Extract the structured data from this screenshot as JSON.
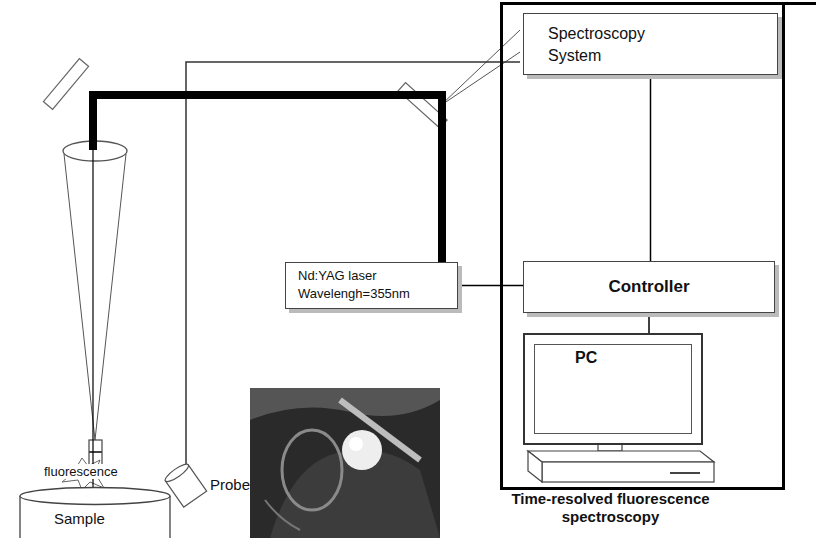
{
  "diagram": {
    "nodes": [
      {
        "text": [
          "Time-resolved fluorescence spectroscopy"
        ]
      },
      {
        "text": [
          "Spectroscopy System"
        ],
        "in": 0
      },
      {
        "text": [
          "Controller"
        ],
        "in": 0
      },
      {
        "text": [
          "PC"
        ],
        "in": 0
      },
      {
        "text": [
          "Nd:YAG laser Wavelengh=355nm"
        ]
      },
      {
        "text": [
          "Sample"
        ]
      }
    ],
    "edges": [
      {
        "from": 1,
        "to": 2,
        "arrow": "none"
      },
      {
        "from": 2,
        "to": 3,
        "arrow": "none"
      },
      {
        "from": 4,
        "to": 2,
        "arrow": "none"
      },
      {
        "from": 4,
        "to": 5,
        "arrow": "none"
      }
    ],
    "labels": [
      "Probe",
      "fluorescence"
    ]
  }
}
